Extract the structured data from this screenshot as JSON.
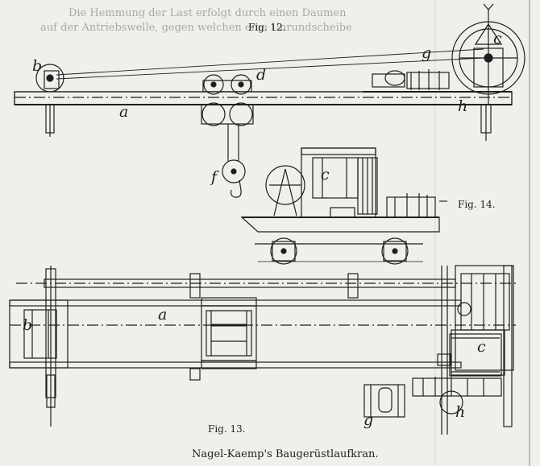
{
  "page": {
    "background_text_top": "Die Hemmung der Last erfolgt durch einen Daumen",
    "background_text_top2": "auf der Antriebswelle, gegen welchen eine Unrundscheibe",
    "caption": "Nagel-Kaemp's Baugerüstlaufkran."
  },
  "figures": {
    "fig12": {
      "title": "Fig. 12.",
      "labels": {
        "a": "a",
        "b": "b",
        "c": "c",
        "d": "d",
        "f": "f",
        "g": "g",
        "h": "h"
      }
    },
    "fig14": {
      "title": "Fig. 14.",
      "labels": {
        "c": "c"
      }
    },
    "fig13": {
      "title": "Fig. 13.",
      "labels": {
        "a": "a",
        "b": "b",
        "c": "c",
        "g": "g",
        "h": "h"
      }
    }
  },
  "colors": {
    "ink": "#1e1e1e",
    "paper": "#efefec",
    "ghost": "#c9c9c4"
  }
}
